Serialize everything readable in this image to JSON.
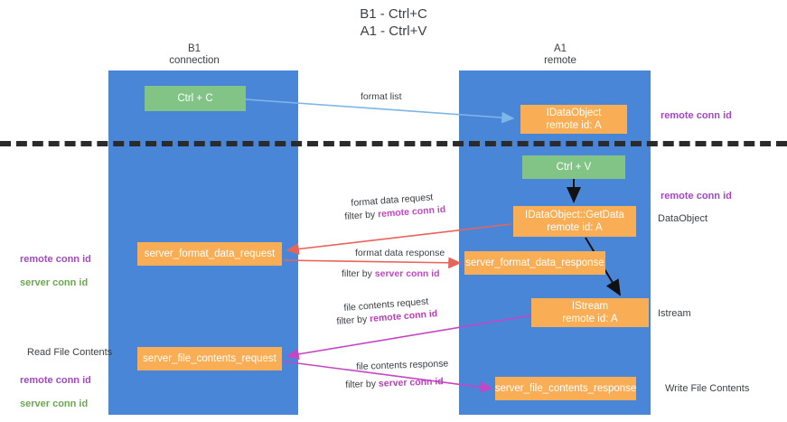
{
  "title": "B1 - Ctrl+C\nA1 - Ctrl+V",
  "columns": {
    "left": "B1\nconnection",
    "right": "A1\nremote"
  },
  "nodes": {
    "ctrl_c": "Ctrl + C",
    "idataobject": "IDataObject\nremote id: A",
    "ctrl_v": "Ctrl + V",
    "getdata": "IDataObject::GetData\nremote id: A",
    "server_format_data_request": "server_format_data_request",
    "server_format_data_response": "server_format_data_response",
    "istream": "IStream\nremote id: A",
    "server_file_contents_request": "server_file_contents_request",
    "server_file_contents_response": "server_file_contents_response"
  },
  "side_labels": {
    "remote_conn_id_top": "remote conn id",
    "remote_conn_id_mid": "remote conn id",
    "dataobject": "DataObject",
    "istream": "Istream",
    "write_file_contents": "Write File Contents",
    "read_file_contents": "Read File Contents",
    "remote_conn_id_left_mid": "remote conn id",
    "server_conn_id_left_mid": "server conn id",
    "remote_conn_id_left_bot": "remote conn id",
    "server_conn_id_left_bot": "server conn id"
  },
  "edges": {
    "format_list": "format list",
    "format_data_request": "format data request",
    "format_data_request_filter_prefix": "filter by ",
    "format_data_request_filter_key": "remote conn id",
    "format_data_response": "format data response",
    "format_data_response_filter_prefix": "filter by ",
    "format_data_response_filter_key": "server conn id",
    "file_contents_request": "file contents request",
    "file_contents_request_filter_prefix": "filter by ",
    "file_contents_request_filter_key": "remote conn id",
    "file_contents_response": "file contents response",
    "file_contents_response_filter_prefix": "filter by ",
    "file_contents_response_filter_key": "server conn id"
  },
  "colors": {
    "lane": "#4a86d8",
    "green_node": "#82c485",
    "orange_node": "#f9ad54",
    "purple": "#a347c4",
    "green_text": "#6aa84f",
    "divider": "#2b2b2b",
    "arrow_blue": "#7eb6e8",
    "arrow_red": "#e8645a",
    "arrow_magenta": "#c446c4",
    "arrow_black": "#111111"
  }
}
